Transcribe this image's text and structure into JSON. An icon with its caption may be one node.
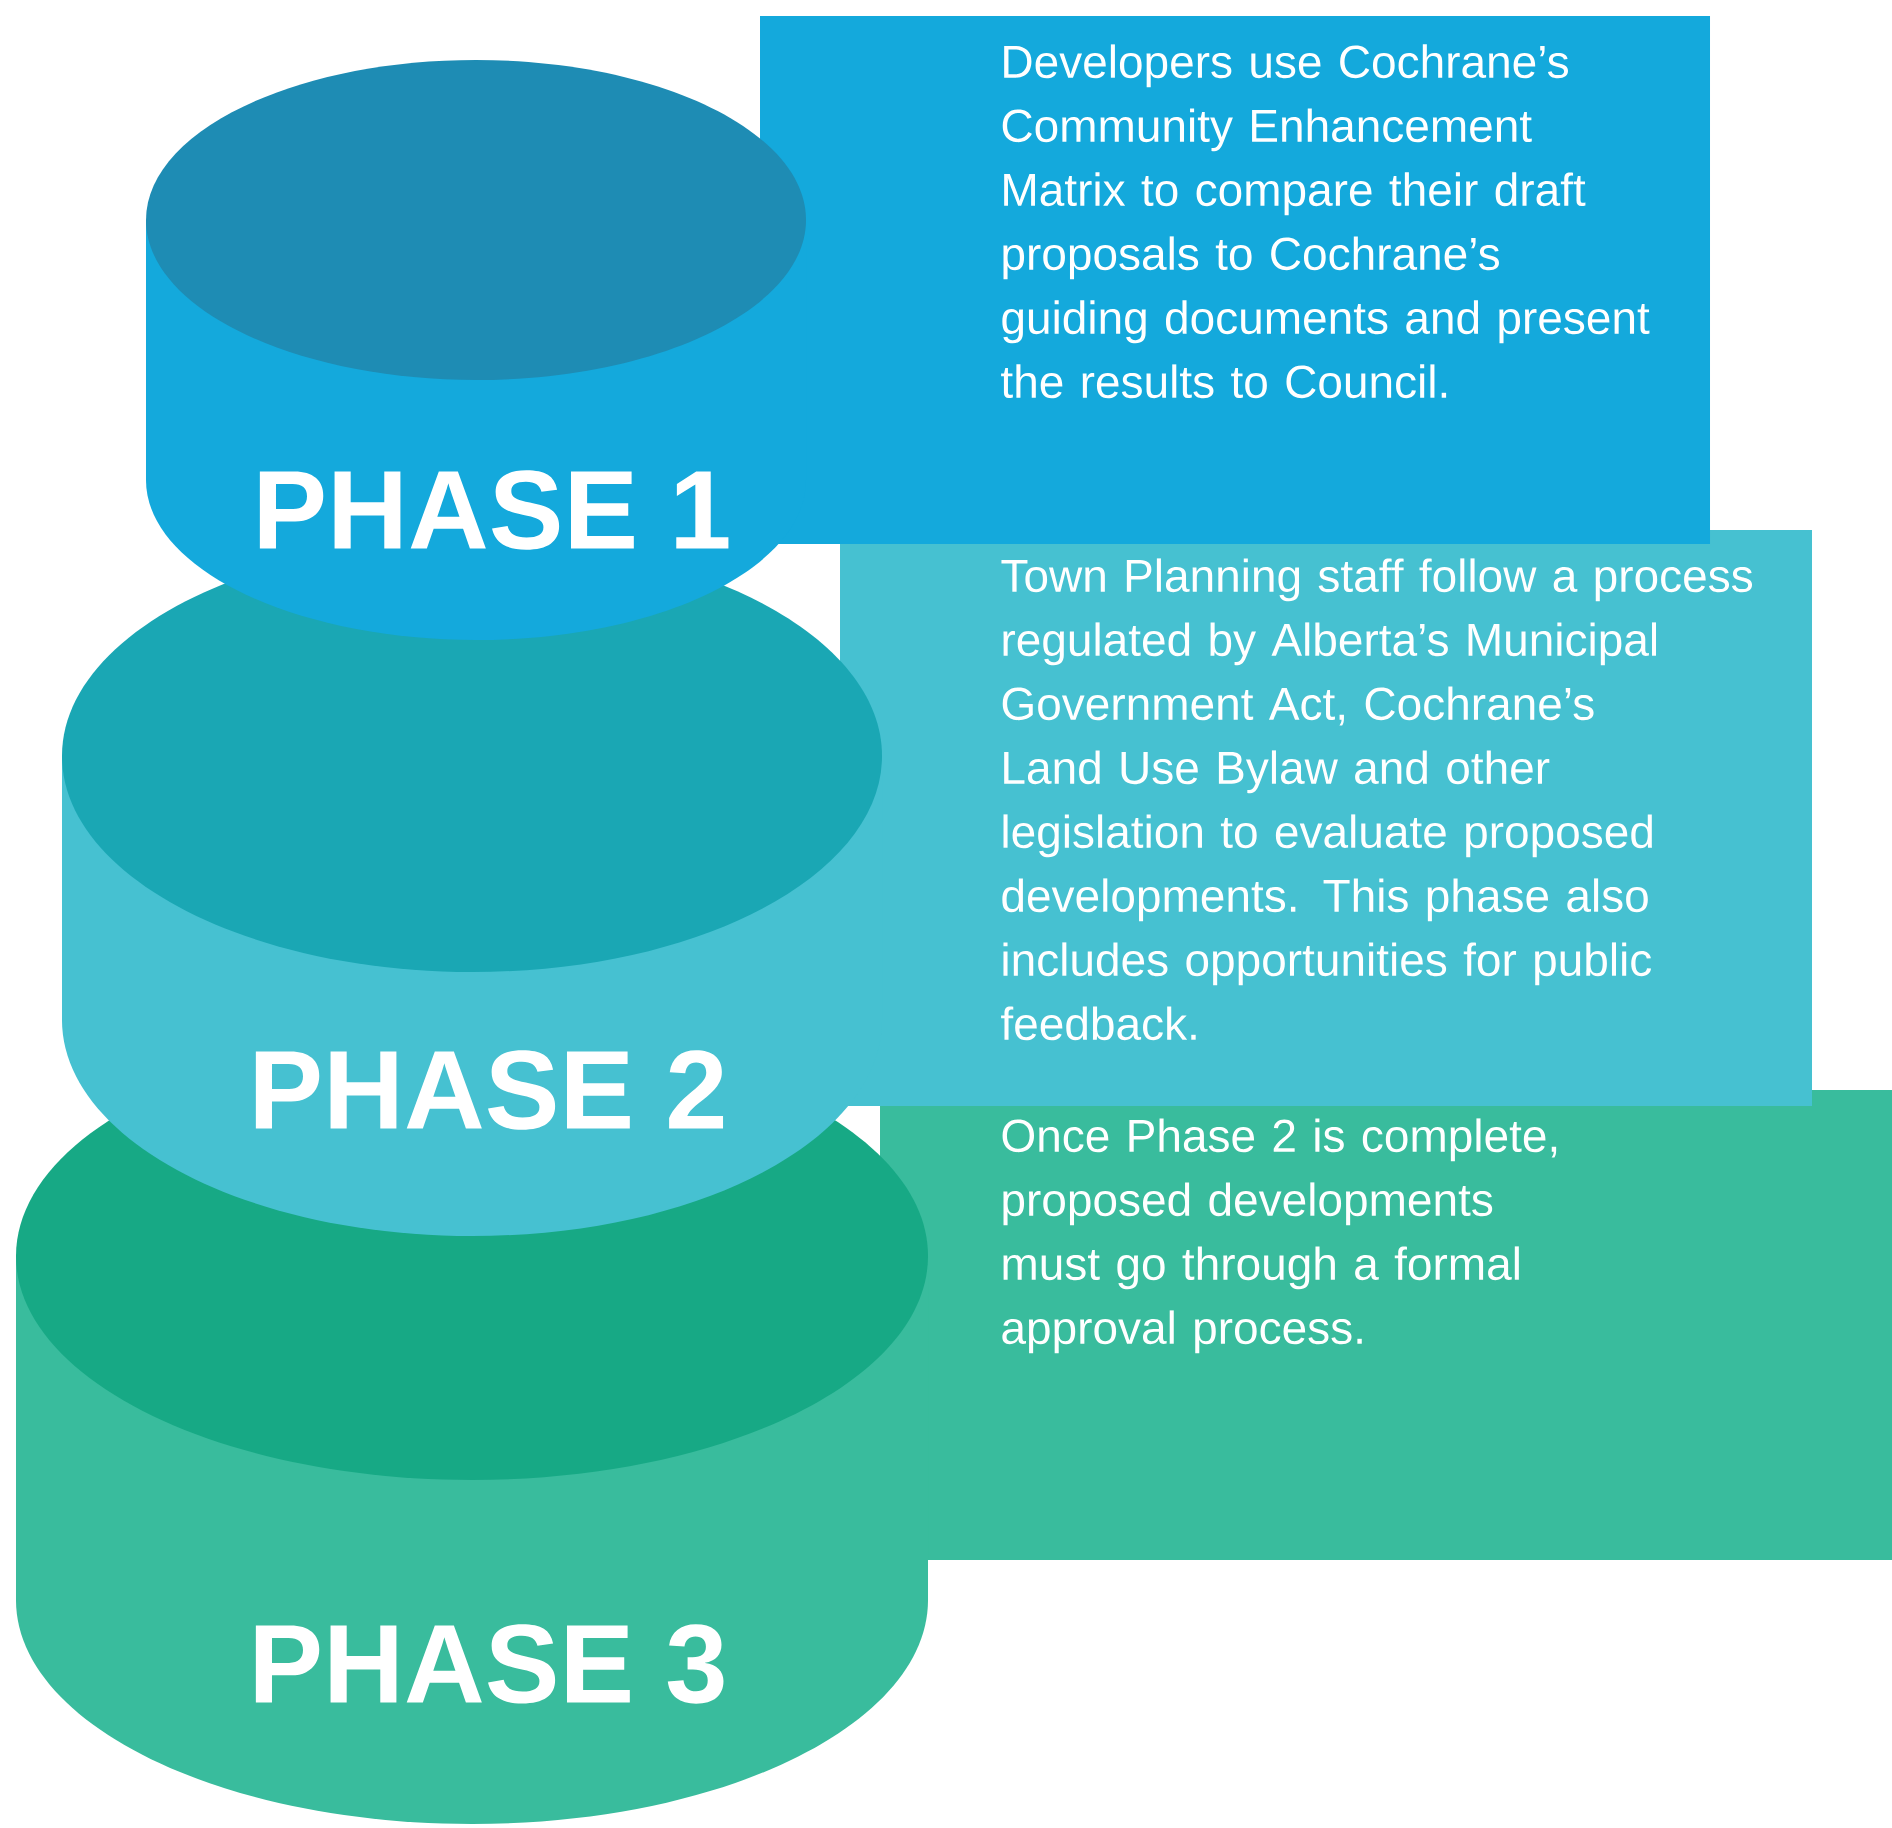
{
  "diagram": {
    "nodes": [
      {
        "text": [
          "PHASE 1"
        ]
      },
      {
        "text": [
          "Developers use Cochrane’s Community Enhancement Matrix to compare their draft proposals to Cochrane’s guiding documents and present the results to Council."
        ]
      },
      {
        "text": [
          "PHASE 2"
        ]
      },
      {
        "text": [
          "Town Planning staff follow a process regulated by Alberta’s Municipal Government Act, Cochrane’s Land Use Bylaw and other legislation to evaluate proposed developments. This phase also includes opportunities for public feedback."
        ]
      },
      {
        "text": [
          "PHASE 3"
        ]
      },
      {
        "text": [
          "Once Phase 2 is complete, proposed developments must go through a formal approval process."
        ]
      }
    ]
  }
}
